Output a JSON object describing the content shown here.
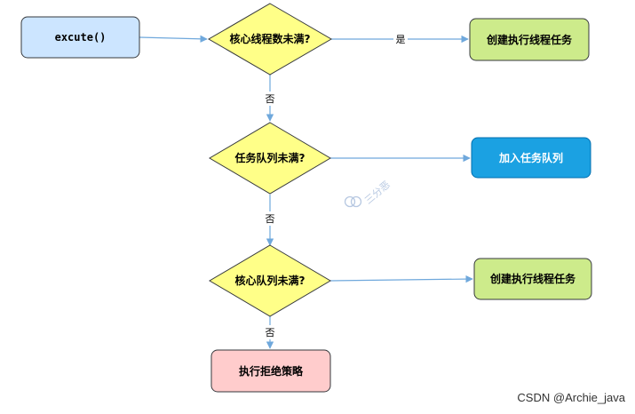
{
  "nodes": {
    "execute": {
      "label": "excute()",
      "shape": "rounded-rect",
      "fill": "#cce5ff",
      "stroke": "#36393d"
    },
    "core_check": {
      "label": "核心线程数未满?",
      "shape": "diamond",
      "fill": "#ffff88",
      "stroke": "#36393d"
    },
    "create_core": {
      "label": "创建执行线程任务",
      "shape": "rounded-rect",
      "fill": "#cdeb8b",
      "stroke": "#36393d"
    },
    "queue_check": {
      "label": "任务队列未满?",
      "shape": "diamond",
      "fill": "#ffff88",
      "stroke": "#36393d"
    },
    "add_queue": {
      "label": "加入任务队列",
      "shape": "rounded-rect",
      "fill": "#1ba1e2",
      "stroke": "#006eaf",
      "text_color": "#ffffff"
    },
    "max_check": {
      "label": "核心队列未满?",
      "shape": "diamond",
      "fill": "#ffff88",
      "stroke": "#36393d"
    },
    "create_nonCore": {
      "label": "创建执行线程任务",
      "shape": "rounded-rect",
      "fill": "#cdeb8b",
      "stroke": "#36393d"
    },
    "reject": {
      "label": "执行拒绝策略",
      "shape": "rounded-rect",
      "fill": "#ffcccc",
      "stroke": "#36393d"
    }
  },
  "edges": {
    "e1": {
      "from": "execute",
      "to": "core_check",
      "label": ""
    },
    "e2": {
      "from": "core_check",
      "to": "create_core",
      "label": "是"
    },
    "e3": {
      "from": "core_check",
      "to": "queue_check",
      "label": "否"
    },
    "e4": {
      "from": "queue_check",
      "to": "add_queue",
      "label": ""
    },
    "e5": {
      "from": "queue_check",
      "to": "max_check",
      "label": "否"
    },
    "e6": {
      "from": "max_check",
      "to": "create_nonCore",
      "label": ""
    },
    "e7": {
      "from": "max_check",
      "to": "reject",
      "label": "否"
    }
  },
  "edge_color": "#6fa8dc",
  "watermark": {
    "text": "三分恶",
    "icon": "double-circle-logo-icon"
  },
  "credit": "CSDN @Archie_java"
}
